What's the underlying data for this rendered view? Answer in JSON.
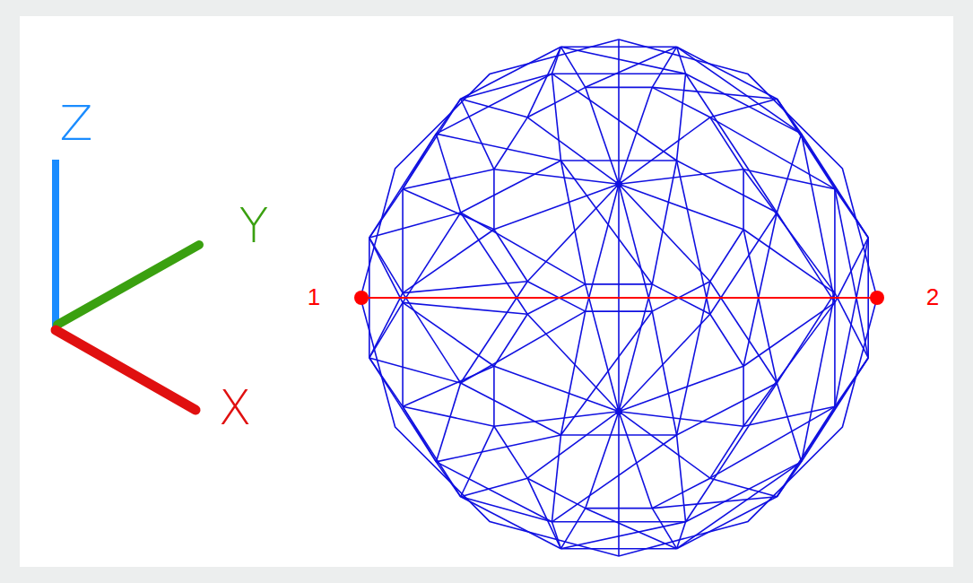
{
  "diagram": {
    "labels": [
      "Z",
      "Y",
      "X",
      "1",
      "2"
    ]
  }
}
